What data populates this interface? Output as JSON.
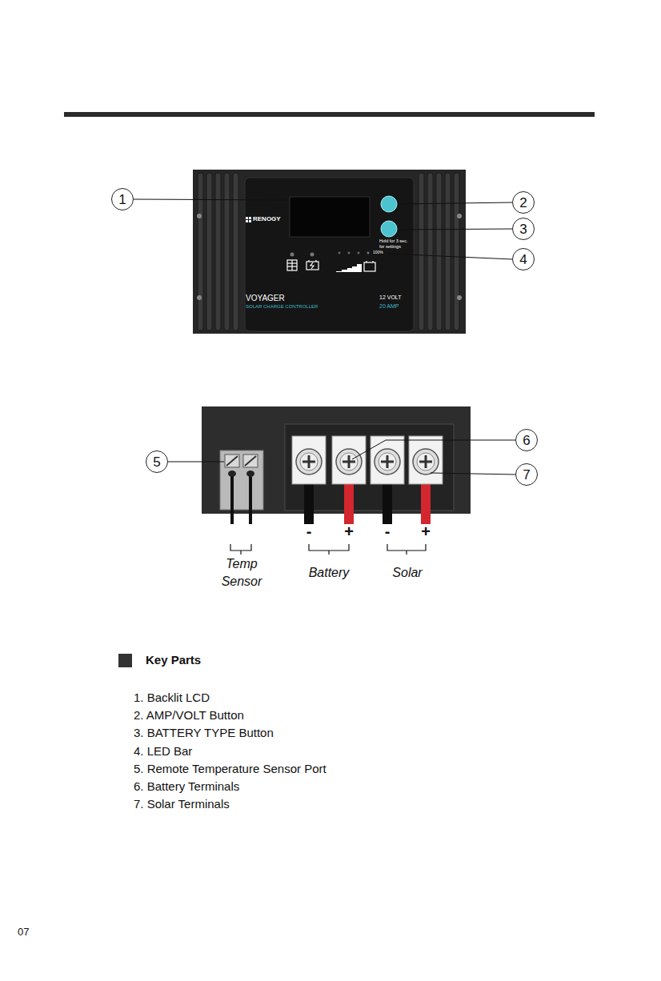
{
  "diagram": {
    "title": "Key Parts",
    "nodes": [
      {
        "text": [
          "1"
        ]
      },
      {
        "text": [
          "2"
        ]
      },
      {
        "text": [
          "3"
        ]
      },
      {
        "text": [
          "4"
        ]
      },
      {
        "text": [
          "5"
        ]
      },
      {
        "text": [
          "6"
        ]
      },
      {
        "text": [
          "7"
        ]
      }
    ],
    "labels": [
      "RENOGY",
      "Hold for 3 sec. for settings",
      "100%",
      "VOYAGER",
      "SOLAR CHARGE CONTROLLER",
      "12 VOLT",
      "20 AMP",
      "-",
      "+",
      "-",
      "+",
      "Temp Sensor",
      "Battery",
      "Solar",
      "1. Backlit LCD",
      "2. AMP/VOLT Button",
      "3. BATTERY TYPE Button",
      "4. LED Bar",
      "5. Remote Temperature Sensor Port",
      "6. Battery Terminals",
      "7. Solar Terminals",
      "07"
    ]
  }
}
